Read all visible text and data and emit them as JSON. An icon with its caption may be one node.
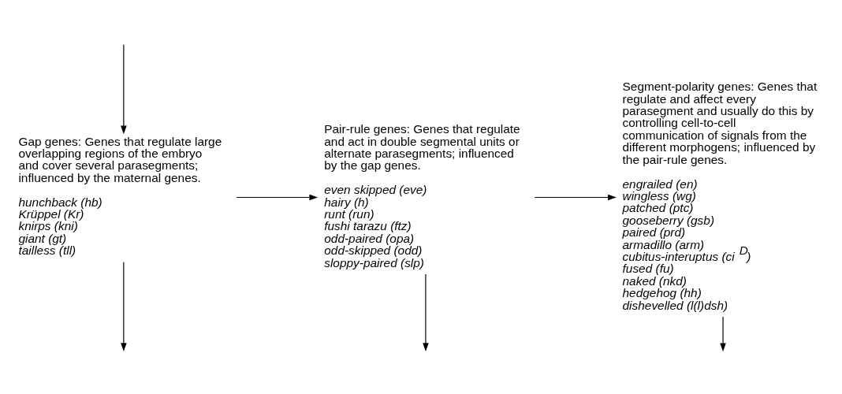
{
  "diagram": {
    "nodes": [
      {
        "text": [
          "Gap genes: Genes that regulate large overlapping regions of the embryo and cover several parasegments; influenced by the maternal genes.",
          "hunchback (hb)",
          "Krüppel (Kr)",
          "knirps (kni)",
          "giant (gt)",
          "tailless (tll)"
        ]
      },
      {
        "text": [
          "Pair-rule genes: Genes that regulate and act in double segmental units or alternate parasegments; influenced by the gap genes.",
          "even skipped (eve)",
          "hairy (h)",
          "runt (run)",
          "fushi tarazu (ftz)",
          "odd-paired (opa)",
          "odd-skipped (odd)",
          "sloppy-paired (slp)"
        ]
      },
      {
        "text": [
          "Segment-polarity genes: Genes that regulate and affect every parasegment and usually do this by controlling cell-to-cell communication of signals from the different morphogens; influenced by the pair-rule genes.",
          "engrailed (en)",
          "wingless (wg)",
          "patched (ptc)",
          "gooseberry (gsb)",
          "paired (prd)",
          "armadillo (arm)",
          "cubitus-interuptus (ci$^{D}$)",
          "fused (fu)",
          "naked (nkd)",
          "hedgehog (hh)",
          "dishevelled (l(l)dsh)"
        ]
      }
    ],
    "edges": [
      {
        "from": null,
        "to": 0,
        "arrow": "to"
      },
      {
        "from": 0,
        "to": 1,
        "arrow": "to"
      },
      {
        "from": 1,
        "to": 2,
        "arrow": "to"
      },
      {
        "from": 0,
        "to": null,
        "arrow": "to"
      },
      {
        "from": 1,
        "to": null,
        "arrow": "to"
      },
      {
        "from": 2,
        "to": null,
        "arrow": "to"
      }
    ]
  }
}
